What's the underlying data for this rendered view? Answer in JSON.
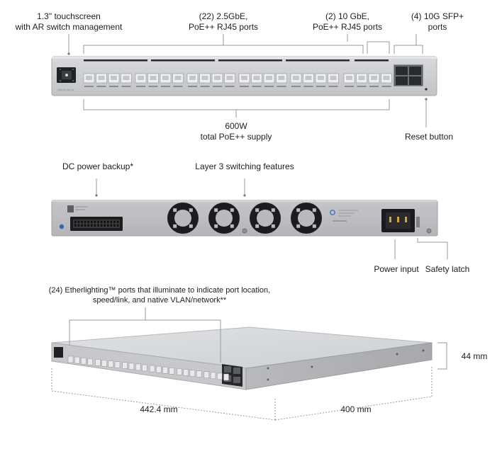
{
  "front": {
    "touchscreen": "1.3\" touchscreen\nwith AR switch management",
    "ports_25": "(22) 2.5GbE,\nPoE++ RJ45 ports",
    "ports_10": "(2)  10 GbE,\nPoE++ RJ45 ports",
    "sfp": "(4) 10G SFP+\nports",
    "poe_supply": "600W\ntotal PoE++ supply",
    "reset": "Reset button",
    "brand_text": "USW Pro Max 24"
  },
  "rear": {
    "dc_backup": "DC power backup*",
    "layer3": "Layer 3 switching features",
    "power_input": "Power input",
    "safety_latch": "Safety latch"
  },
  "angled": {
    "etherlighting": "(24) Etherlighting™ ports that illuminate to indicate port location,\nspeed/link, and native VLAN/network**",
    "height": "44 mm",
    "width": "442.4 mm",
    "depth": "400 mm"
  },
  "colors": {
    "chassis": "#c9cbce",
    "panel": "#d4d6d9",
    "dark": "#1a1a1a",
    "line": "#9a9a9a"
  }
}
